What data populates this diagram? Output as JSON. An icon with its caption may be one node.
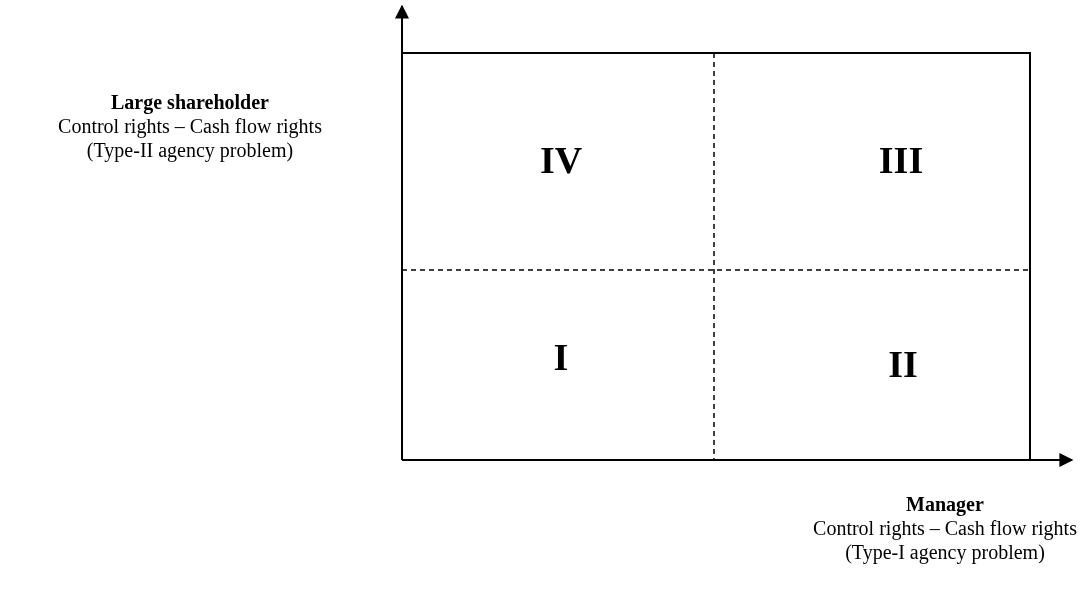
{
  "diagram": {
    "nodes": [
      {
        "text": [
          "IV"
        ]
      },
      {
        "text": [
          "III"
        ]
      },
      {
        "text": [
          "I"
        ]
      },
      {
        "text": [
          "II"
        ]
      }
    ],
    "edges": [],
    "labels": [
      "Large shareholder",
      "Control rights – Cash flow rights",
      "(Type-II agency problem)",
      "Manager",
      "Control rights – Cash flow rights",
      "(Type-I agency problem)"
    ]
  }
}
